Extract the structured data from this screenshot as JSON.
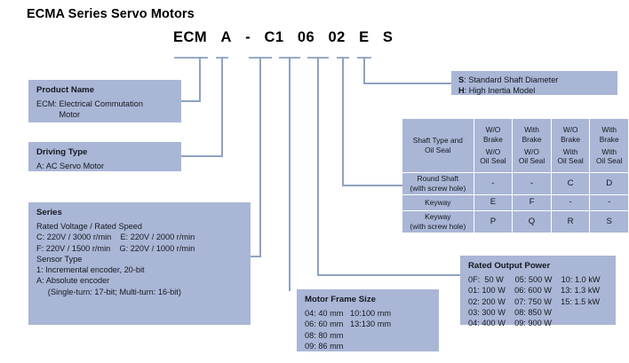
{
  "page": {
    "title": "ECMA Series Servo Motors",
    "accent_box_color": "#aab6d6",
    "line_color": "#8fa2c0"
  },
  "model_code": {
    "full": "ECM A - C1 06 02 E S",
    "segments": [
      {
        "key": "product_name",
        "text": "ECM"
      },
      {
        "key": "driving_type",
        "text": "A"
      },
      {
        "key": "dash",
        "text": "-"
      },
      {
        "key": "series",
        "text": "C1"
      },
      {
        "key": "frame_size",
        "text": "06"
      },
      {
        "key": "output_power",
        "text": "02"
      },
      {
        "key": "shaft_type",
        "text": "E"
      },
      {
        "key": "shaft_diameter",
        "text": "S"
      }
    ]
  },
  "boxes": {
    "product_name": {
      "title": "Product Name",
      "line1": "ECM: Electrical Commutation",
      "line2": "          Motor"
    },
    "driving_type": {
      "title": "Driving Type",
      "line1": "A: AC Servo Motor"
    },
    "series": {
      "title": "Series",
      "sub1": "Rated Voltage / Rated Speed",
      "volt_row1": "C: 220V / 3000 r/min    E: 220V / 2000 r/min",
      "volt_row2": "F: 220V / 1500 r/min    G: 220V / 1000 r/min",
      "sub2": "Sensor Type",
      "sensor1": "1: Incremental encoder, 20-bit",
      "sensor2": "A: Absolute encoder",
      "sensor3": "     (Single-turn: 17-bit; Multi-turn: 16-bit)"
    },
    "motor_frame_size": {
      "title": "Motor Frame Size",
      "row1": "04: 40 mm   10:100 mm",
      "row2": "06: 60 mm   13:130 mm",
      "row3": "08: 80 mm",
      "row4": "09: 86 mm"
    },
    "rated_output_power": {
      "title": "Rated Output Power",
      "row1": "0F:  50 W     05: 500 W    10: 1.0 kW",
      "row2": "01: 100 W    06: 600 W    13: 1.3 kW",
      "row3": "02: 200 W    07: 750 W    15: 1.5 kW",
      "row4": "03: 300 W    08: 850 W",
      "row5": "04: 400 W    09: 900 W"
    },
    "shaft_diameter_note": {
      "line1_code": "S",
      "line1_text": ": Standard Shaft Diameter",
      "line2_code": "H",
      "line2_text": ": High Inertia Model"
    }
  },
  "shaft_table": {
    "corner_label": "Shaft Type and Oil Seal",
    "corner_label_l1": "Shaft Type and",
    "corner_label_l2": "Oil Seal",
    "columns": [
      {
        "brake": "W/O Brake",
        "brake_l1": "W/O",
        "brake_l2": "Brake",
        "seal_l1": "W/O",
        "seal_l2": "Oil Seal"
      },
      {
        "brake": "With Brake",
        "brake_l1": "With",
        "brake_l2": "Brake",
        "seal_l1": "W/O",
        "seal_l2": "Oil Seal"
      },
      {
        "brake": "W/O Brake",
        "brake_l1": "W/O",
        "brake_l2": "Brake",
        "seal_l1": "With",
        "seal_l2": "Oil Seal"
      },
      {
        "brake": "With Brake",
        "brake_l1": "With",
        "brake_l2": "Brake",
        "seal_l1": "With",
        "seal_l2": "Oil Seal"
      }
    ],
    "rows": [
      {
        "label_l1": "Round Shaft",
        "label_l2": "(with screw hole)",
        "cells": [
          "-",
          "-",
          "C",
          "D"
        ]
      },
      {
        "label_l1": "Keyway",
        "label_l2": "",
        "cells": [
          "E",
          "F",
          "-",
          "-"
        ]
      },
      {
        "label_l1": "Keyway",
        "label_l2": "(with screw hole)",
        "cells": [
          "P",
          "Q",
          "R",
          "S"
        ]
      }
    ]
  }
}
